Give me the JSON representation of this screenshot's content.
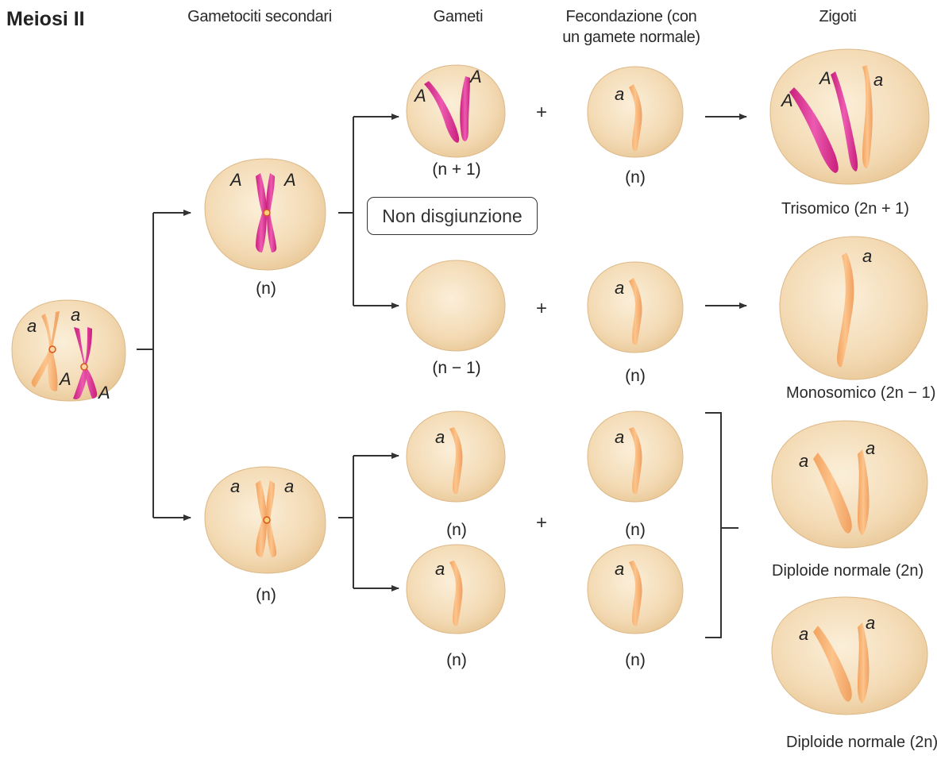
{
  "title": "Meiosi II",
  "columns": {
    "secondary_gametocytes": "Gametociti secondari",
    "gametes": "Gameti",
    "fertilization": "Fecondazione (con un gamete normale)",
    "zygotes": "Zigoti"
  },
  "nondisjunction_label": "Non disgiunzione",
  "alleles": {
    "dominant": "A",
    "recessive": "a"
  },
  "ploidy": {
    "n": "(n)",
    "n_plus_1": "(n + 1)",
    "n_minus_1": "(n − 1)"
  },
  "plus_sign": "+",
  "zygote_labels": {
    "trisomic": "Trisomico (2n + 1)",
    "monosomic": "Monosomico (2n − 1)",
    "diploid_1": "Diploide normale (2n)",
    "diploid_2": "Diploide normale (2n)"
  },
  "colors": {
    "cell_fill": "#f4dcb8",
    "dominant_chromosome": "#e0409a",
    "recessive_chromosome": "#f6b070",
    "lines": "#333333"
  }
}
